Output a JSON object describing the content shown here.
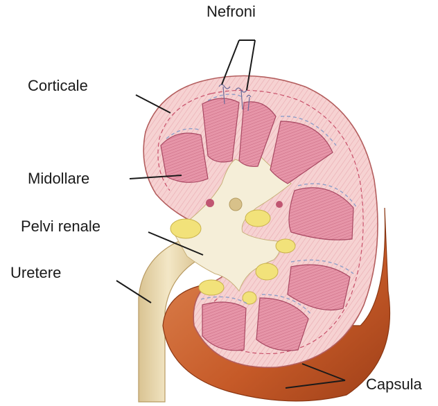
{
  "labels": {
    "nefroni": "Nefroni",
    "corticale": "Corticale",
    "midollare": "Midollare",
    "pelvi": "Pelvi renale",
    "uretere": "Uretere",
    "capsula": "Capsula"
  },
  "colors": {
    "capsule": "#c9622e",
    "capsule_dark": "#a8481f",
    "cortex": "#f5c9c9",
    "medulla": "#e58fa3",
    "pelvis": "#f4ecd4",
    "ureter": "#e9d9b0",
    "fat": "#f2e27a",
    "vessel": "#8f9fc9",
    "line": "#1a1a1a"
  }
}
